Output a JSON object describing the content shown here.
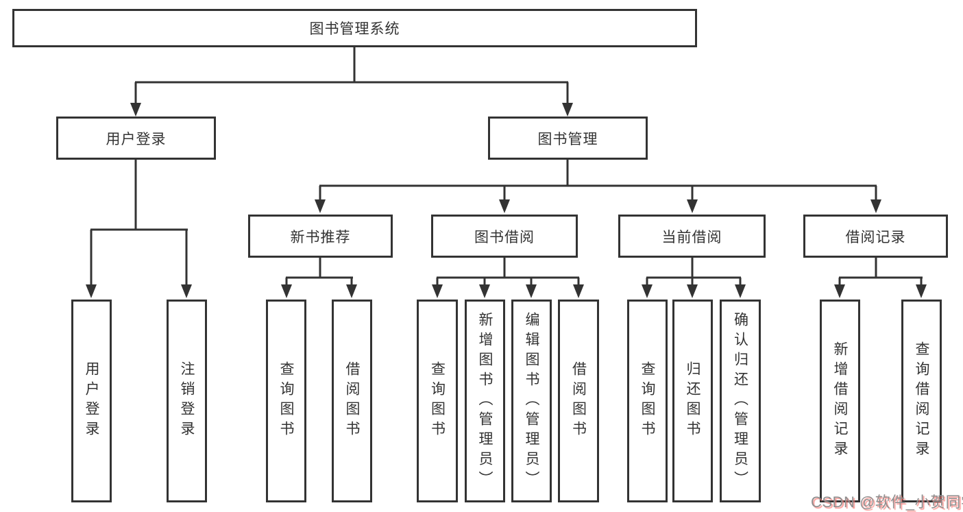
{
  "tree": {
    "label": "图书管理系统",
    "children": [
      {
        "label": "用户登录",
        "children": [
          {
            "label": "用户登录"
          },
          {
            "label": "注销登录"
          }
        ]
      },
      {
        "label": "图书管理",
        "children": [
          {
            "label": "新书推荐",
            "children": [
              {
                "label": "查询图书"
              },
              {
                "label": "借阅图书"
              }
            ]
          },
          {
            "label": "图书借阅",
            "children": [
              {
                "label": "查询图书"
              },
              {
                "label": "新增图书（管理员）"
              },
              {
                "label": "编辑图书（管理员）"
              },
              {
                "label": "借阅图书"
              }
            ]
          },
          {
            "label": "当前借阅",
            "children": [
              {
                "label": "查询图书"
              },
              {
                "label": "归还图书"
              },
              {
                "label": "确认归还（管理员）"
              }
            ]
          },
          {
            "label": "借阅记录",
            "children": [
              {
                "label": "新增借阅记录"
              },
              {
                "label": "查询借阅记录"
              }
            ]
          }
        ]
      }
    ]
  },
  "watermark": {
    "text": "CSDN @软件_小贺同学"
  },
  "colors": {
    "line": "#333333",
    "text": "#333333",
    "watermark_gray": "#8f8f8f",
    "watermark_pink": "#f77670"
  }
}
